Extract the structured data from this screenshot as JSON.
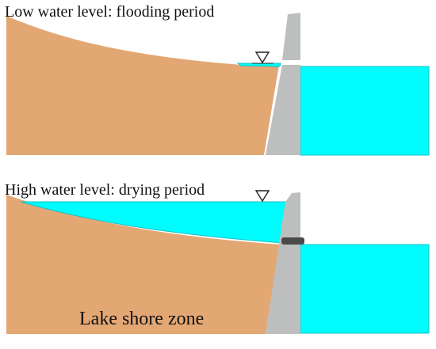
{
  "diagram": {
    "top_panel": {
      "title": "Low water level: flooding period"
    },
    "bottom_panel": {
      "title": "High water level: drying period",
      "zone_label": "Lake shore zone"
    }
  },
  "colors": {
    "soil": "#e3a774",
    "soil_edge": "#c78c5a",
    "water": "#00fdfd",
    "water_edge": "#13c0c5",
    "dam": "#bdbfbf",
    "gate": "#4a4a4a",
    "marker": "#222222"
  },
  "icons": {
    "water_level_marker": "inverted-triangle",
    "gate_closed": "dark-bar"
  }
}
